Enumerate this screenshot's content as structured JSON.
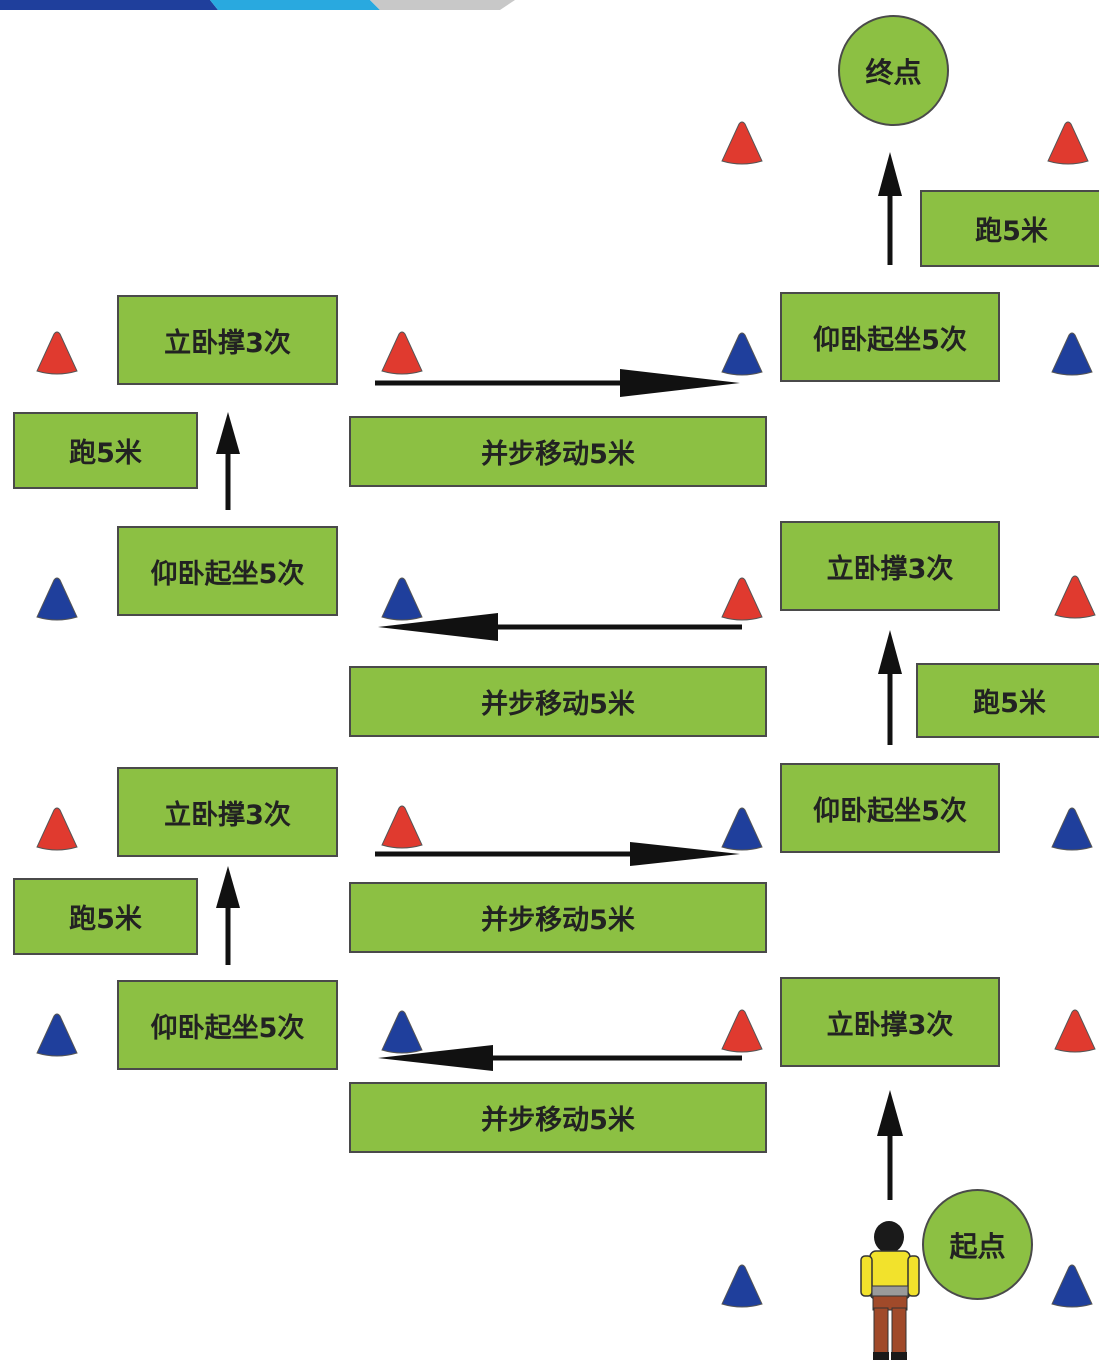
{
  "colors": {
    "station_fill": "#8cc043",
    "station_border": "#4a4a4a",
    "cone_red": "#e03a2f",
    "cone_blue": "#1f3f9c",
    "arrow": "#111111",
    "header_blue": "#1f3f9c",
    "header_cyan": "#29a9df",
    "header_grey": "#c8c8c8"
  },
  "start_label": "起点",
  "finish_label": "终点",
  "stations": [
    {
      "id": "run-1",
      "label": "跑5米"
    },
    {
      "id": "situps-1",
      "label": "仰卧起坐5次"
    },
    {
      "id": "pushups-1",
      "label": "立卧撑3次"
    },
    {
      "id": "sidestep-1",
      "label": "并步移动5米"
    },
    {
      "id": "run-2",
      "label": "跑5米"
    },
    {
      "id": "situps-2",
      "label": "仰卧起坐5次"
    },
    {
      "id": "pushups-2",
      "label": "立卧撑3次"
    },
    {
      "id": "sidestep-2",
      "label": "并步移动5米"
    },
    {
      "id": "run-3",
      "label": "跑5米"
    },
    {
      "id": "situps-3",
      "label": "仰卧起坐5次"
    },
    {
      "id": "pushups-3",
      "label": "立卧撑3次"
    },
    {
      "id": "sidestep-3",
      "label": "并步移动5米"
    },
    {
      "id": "run-4",
      "label": "跑5米"
    },
    {
      "id": "situps-4",
      "label": "仰卧起坐5次"
    },
    {
      "id": "pushups-4",
      "label": "立卧撑3次"
    },
    {
      "id": "sidestep-4",
      "label": "并步移动5米"
    }
  ],
  "cones": [
    "red",
    "red",
    "red",
    "red",
    "red",
    "red",
    "red",
    "red",
    "red",
    "red",
    "blue",
    "blue",
    "blue",
    "blue",
    "blue",
    "blue",
    "blue",
    "blue",
    "blue",
    "blue"
  ],
  "icons": [
    "cone-icon",
    "arrow-icon",
    "runner-figure-icon"
  ]
}
